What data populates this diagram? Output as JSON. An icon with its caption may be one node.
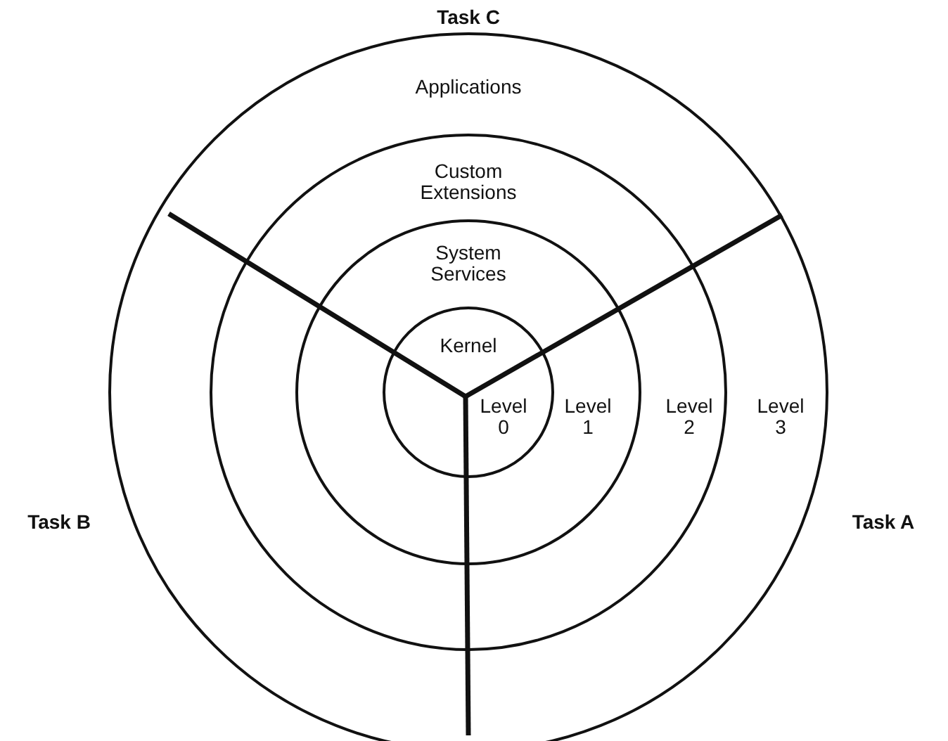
{
  "diagram": {
    "nodes": [
      {
        "text": [
          "Applications",
          "Level 3"
        ]
      },
      {
        "text": [
          "Custom Extensions",
          "Level 2"
        ],
        "in": 0
      },
      {
        "text": [
          "System Services",
          "Level 1"
        ],
        "in": 1
      },
      {
        "text": [
          "Kernel",
          "Level 0"
        ],
        "in": 2
      }
    ],
    "labels": [
      "Task C",
      "Task B",
      "Task A"
    ]
  }
}
